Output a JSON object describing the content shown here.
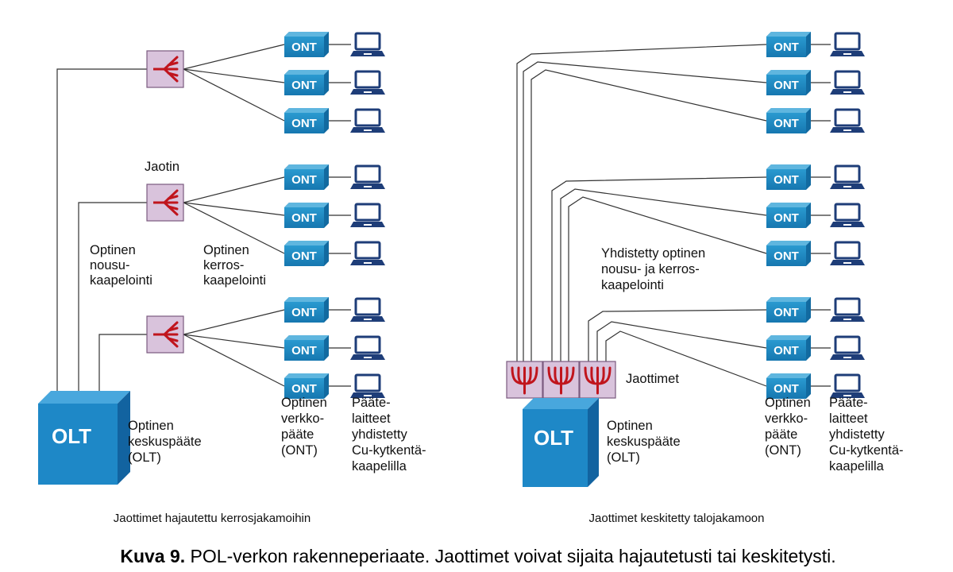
{
  "left": {
    "splitter_label": "Jaotin",
    "riser_label": [
      "Optinen",
      "nousu-",
      "kaapelointi"
    ],
    "floor_label": [
      "Optinen",
      "kerros-",
      "kaapelointi"
    ],
    "olt_text": "OLT",
    "olt_label": [
      "Optinen",
      "keskuspääte",
      "(OLT)"
    ],
    "ont_label": [
      "Optinen",
      "verkko-",
      "pääte",
      "(ONT)"
    ],
    "terminal_label": [
      "Pääte-",
      "laitteet",
      "yhdistetty",
      "Cu-kytkentä-",
      "kaapelilla"
    ],
    "subtitle": "Jaottimet hajautettu kerrosjakamoihin"
  },
  "right": {
    "combined_label": [
      "Yhdistetty optinen",
      "nousu- ja kerros-",
      "kaapelointi"
    ],
    "splitters_label": "Jaottimet",
    "olt_text": "OLT",
    "olt_label": [
      "Optinen",
      "keskuspääte",
      "(OLT)"
    ],
    "ont_label": [
      "Optinen",
      "verkko-",
      "pääte",
      "(ONT)"
    ],
    "terminal_label": [
      "Pääte-",
      "laitteet",
      "yhdistetty",
      "Cu-kytkentä-",
      "kaapelilla"
    ],
    "subtitle": "Jaottimet keskitetty talojakamoon"
  },
  "ont_box_text": "ONT",
  "caption": {
    "bold": "Kuva 9.",
    "text": " POL-verkon rakenneperiaate. Jaottimet voivat sijaita hajautetusti tai keskitetysti."
  },
  "colors": {
    "ont_fill": "#1f8fc4",
    "olt_fill": "#1e88c7",
    "splitter_fill": "#d9c3dc",
    "splitter_stroke": "#c0151d",
    "laptop": "#1e3d78"
  }
}
